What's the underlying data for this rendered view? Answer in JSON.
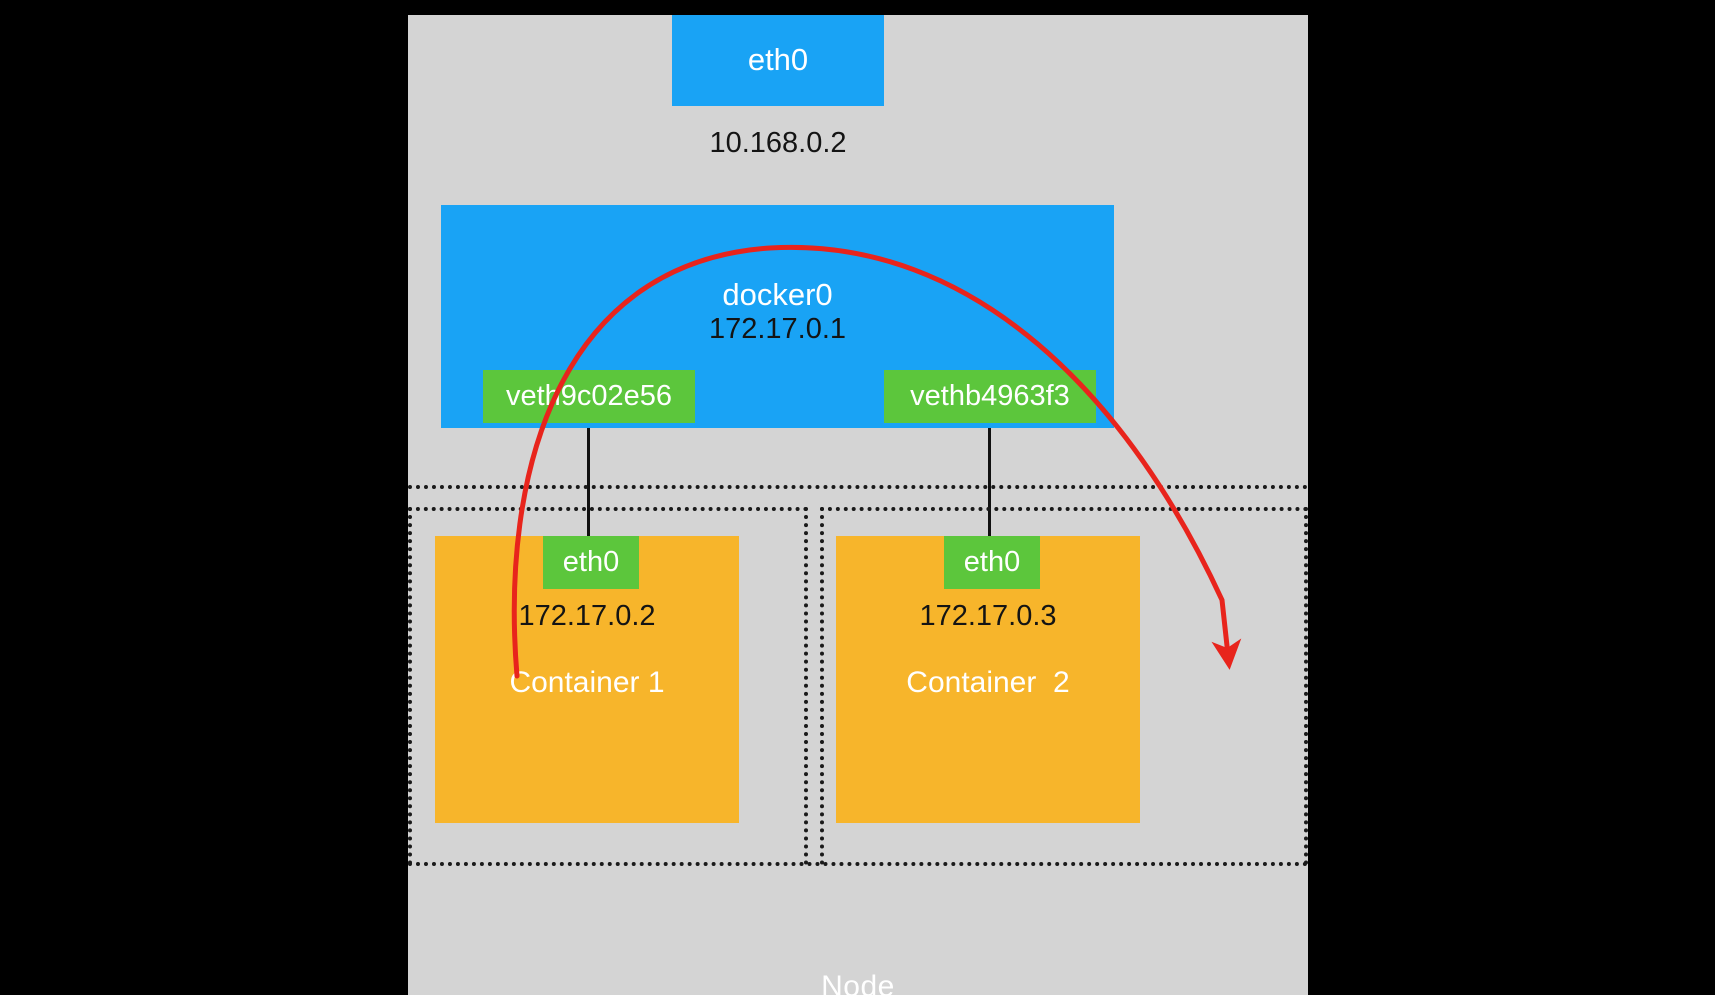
{
  "node": {
    "label": "Node",
    "bg_color": "#d4d4d4"
  },
  "host": {
    "eth0": {
      "name": "eth0",
      "ip": "10.168.0.2",
      "color": "#19a3f5"
    },
    "bridge": {
      "name": "docker0",
      "ip": "172.17.0.1",
      "color": "#19a3f5"
    },
    "veths": [
      {
        "name": "veth9c02e56",
        "color": "#5cc63c"
      },
      {
        "name": "vethb4963f3",
        "color": "#5cc63c"
      }
    ]
  },
  "containers": [
    {
      "name": "Container 1",
      "iface": "eth0",
      "ip": "172.17.0.2",
      "color": "#f7b52b",
      "iface_color": "#5cc63c"
    },
    {
      "name": "Container  2",
      "iface": "eth0",
      "ip": "172.17.0.3",
      "color": "#f7b52b",
      "iface_color": "#5cc63c"
    }
  ],
  "traffic_arrow": {
    "color": "#e8241c",
    "from": "Container 1",
    "to": "Container  2"
  }
}
